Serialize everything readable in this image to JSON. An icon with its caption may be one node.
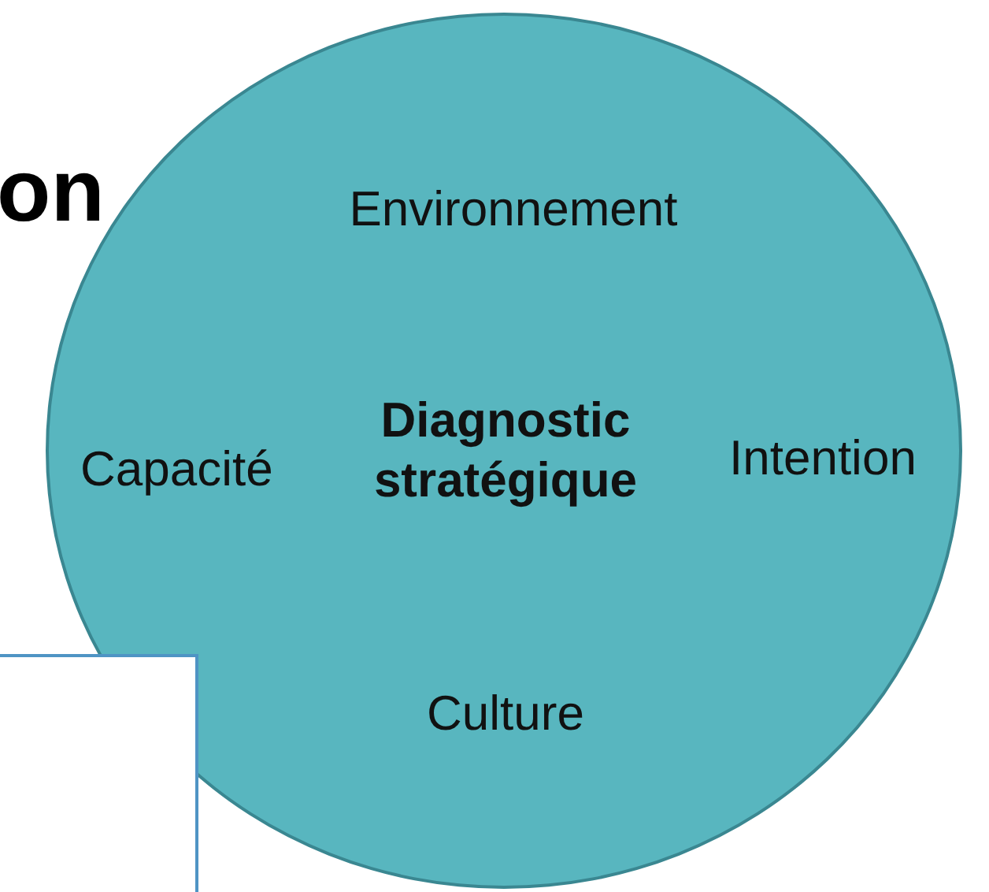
{
  "diagram": {
    "nodes": [
      {
        "text": [
          "Environnement",
          "Capacité",
          "Diagnostic stratégique",
          "Intention",
          "Culture"
        ]
      },
      {
        "text": [],
        "shape": "box"
      }
    ],
    "labels": [
      "on"
    ]
  }
}
